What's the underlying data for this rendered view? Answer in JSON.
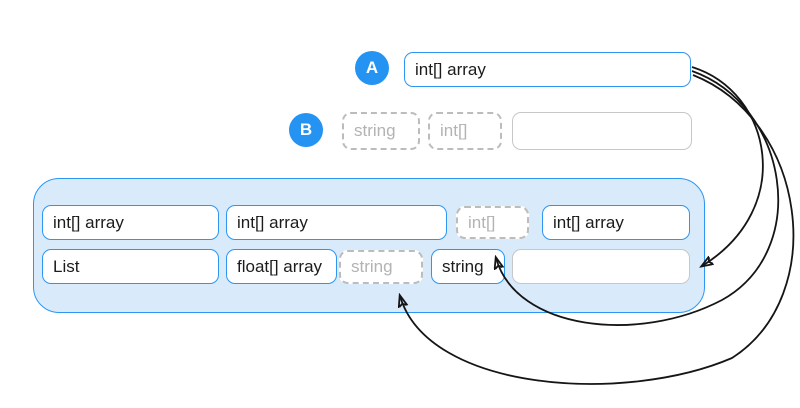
{
  "colors": {
    "accent_blue": "#2493F2",
    "chip_border_blue": "#2C96F2",
    "pool_fill": "#D9EAFB",
    "dashed_gray": "#BCBCBC",
    "empty_slot_border": "#C7C7C7",
    "ghost_text": "#B3B3B3",
    "arrow": "#151515"
  },
  "row_a": {
    "badge": "A",
    "slot": {
      "label": "int[] array"
    }
  },
  "row_b": {
    "badge": "B",
    "slots": [
      {
        "label": "string",
        "style": "dashed"
      },
      {
        "label": "int[]",
        "style": "dashed"
      },
      {
        "label": "",
        "style": "empty"
      }
    ]
  },
  "pool": {
    "row1": [
      {
        "label": "int[] array",
        "style": "solid-blue"
      },
      {
        "label": "int[] array",
        "style": "solid-blue"
      },
      {
        "label": "int[]",
        "style": "dashed"
      },
      {
        "label": "int[] array",
        "style": "solid-blue"
      }
    ],
    "row2": [
      {
        "label": "List",
        "style": "solid-blue"
      },
      {
        "label": "float[] array",
        "style": "solid-blue"
      },
      {
        "label": "string",
        "style": "dashed"
      },
      {
        "label": "string",
        "style": "solid-blue"
      },
      {
        "label": "",
        "style": "empty"
      }
    ]
  },
  "arrows": [
    {
      "from": "row-a-chip",
      "to": "pool-row2-empty-slot"
    },
    {
      "from": "row-a-chip",
      "to": "pool-row1-int-ghost"
    },
    {
      "from": "row-a-chip",
      "to": "pool-row2-string-ghost"
    }
  ]
}
